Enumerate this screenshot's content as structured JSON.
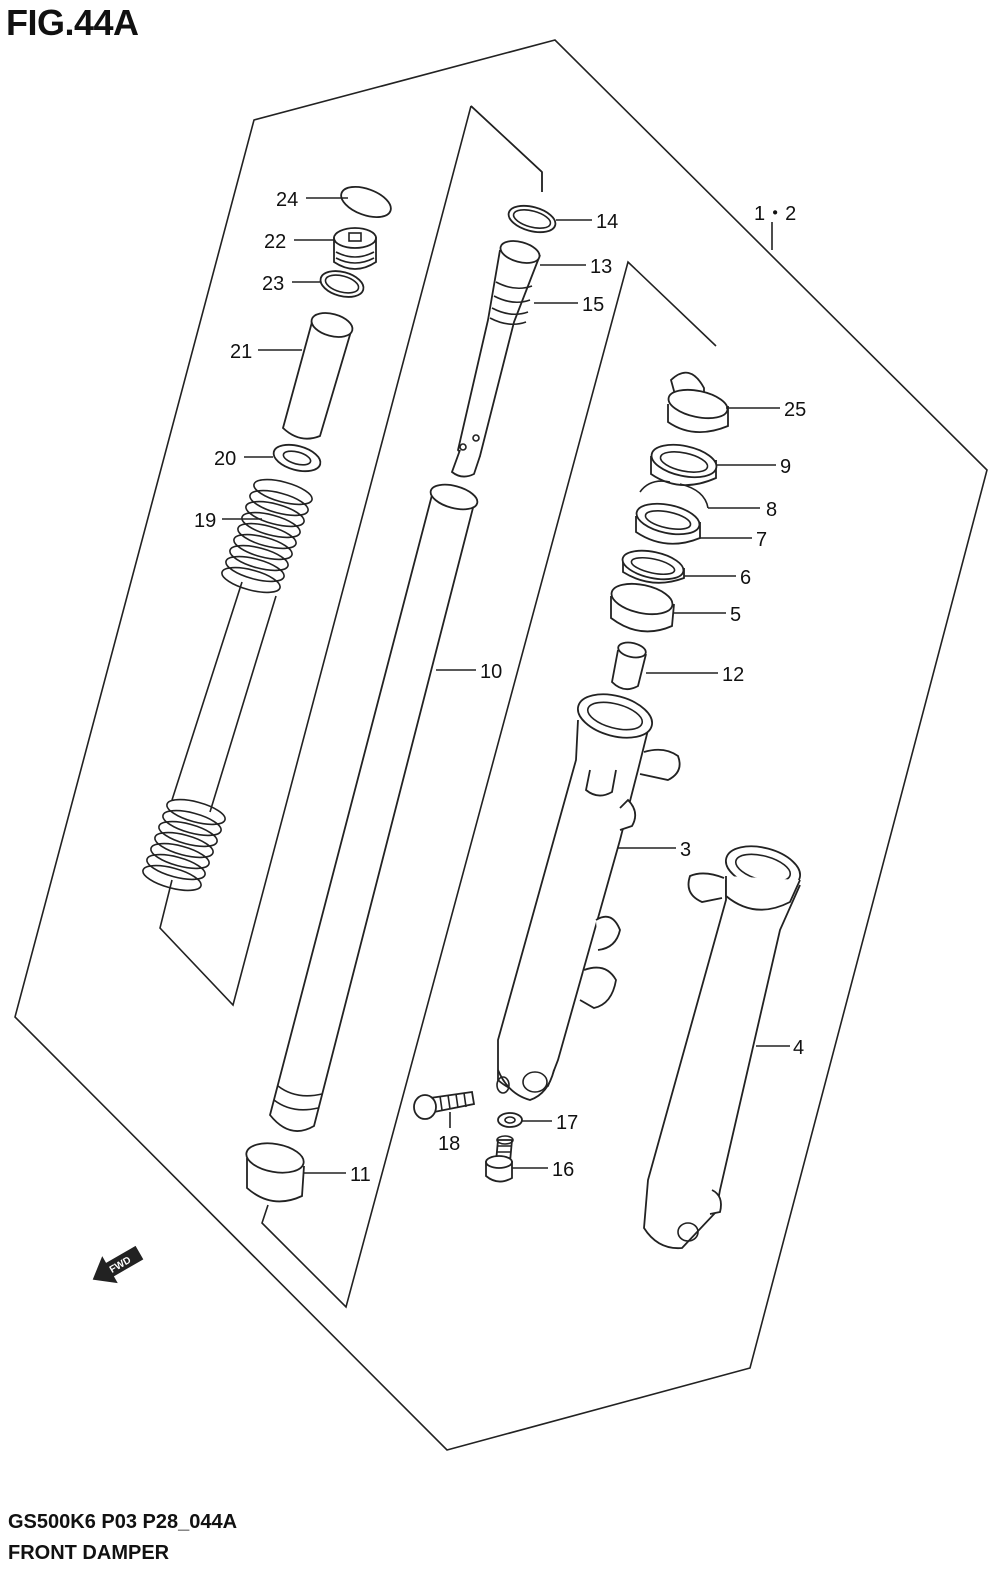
{
  "figure": {
    "title": "FIG.44A",
    "model_code": "GS500K6 P03 P28_044A",
    "name": "FRONT DAMPER"
  },
  "fwd_label": "FWD",
  "callouts": [
    {
      "id": "c-24",
      "label": "24"
    },
    {
      "id": "c-22",
      "label": "22"
    },
    {
      "id": "c-23",
      "label": "23"
    },
    {
      "id": "c-21",
      "label": "21"
    },
    {
      "id": "c-20",
      "label": "20"
    },
    {
      "id": "c-19",
      "label": "19"
    },
    {
      "id": "c-14",
      "label": "14"
    },
    {
      "id": "c-13",
      "label": "13"
    },
    {
      "id": "c-15",
      "label": "15"
    },
    {
      "id": "c-1-2",
      "label": "1・2"
    },
    {
      "id": "c-25",
      "label": "25"
    },
    {
      "id": "c-9",
      "label": "9"
    },
    {
      "id": "c-8",
      "label": "8"
    },
    {
      "id": "c-7",
      "label": "7"
    },
    {
      "id": "c-6",
      "label": "6"
    },
    {
      "id": "c-5",
      "label": "5"
    },
    {
      "id": "c-12",
      "label": "12"
    },
    {
      "id": "c-10",
      "label": "10"
    },
    {
      "id": "c-3",
      "label": "3"
    },
    {
      "id": "c-4",
      "label": "4"
    },
    {
      "id": "c-17",
      "label": "17"
    },
    {
      "id": "c-18",
      "label": "18"
    },
    {
      "id": "c-16",
      "label": "16"
    },
    {
      "id": "c-11",
      "label": "11"
    }
  ]
}
